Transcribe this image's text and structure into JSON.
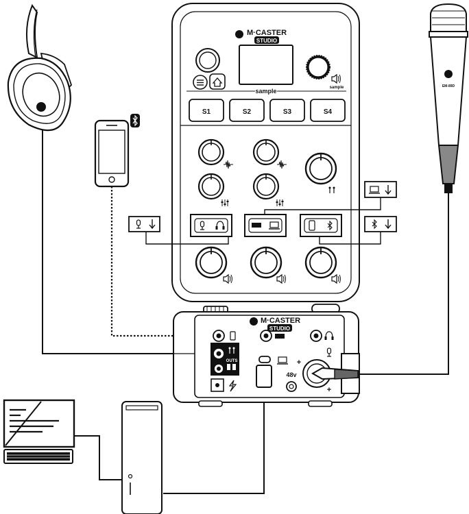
{
  "device_top": {
    "brand": "M·CASTER",
    "model": "STUDIO",
    "sample_label": "sample",
    "sample_knob_label": "sample",
    "pads": [
      "S1",
      "S2",
      "S3",
      "S4"
    ]
  },
  "device_side": {
    "brand": "M·CASTER",
    "model": "STUDIO",
    "outs_label": "OUTS",
    "phantom_label": "48v",
    "plus_label": "+"
  },
  "microphone": {
    "model_label": "EM-89D"
  },
  "icons": {
    "bluetooth": "bluetooth-icon",
    "headphones": "headphones-icon",
    "microphone": "microphone-icon",
    "computer": "computer-icon",
    "phone": "phone-icon",
    "volume": "speaker-volume-icon",
    "sliders": "sliders-icon",
    "waveform": "waveform-icon",
    "menu": "menu-icon",
    "home": "home-icon",
    "arrow_down": "arrow-down-icon",
    "power": "power-icon",
    "usb": "usb-icon"
  }
}
